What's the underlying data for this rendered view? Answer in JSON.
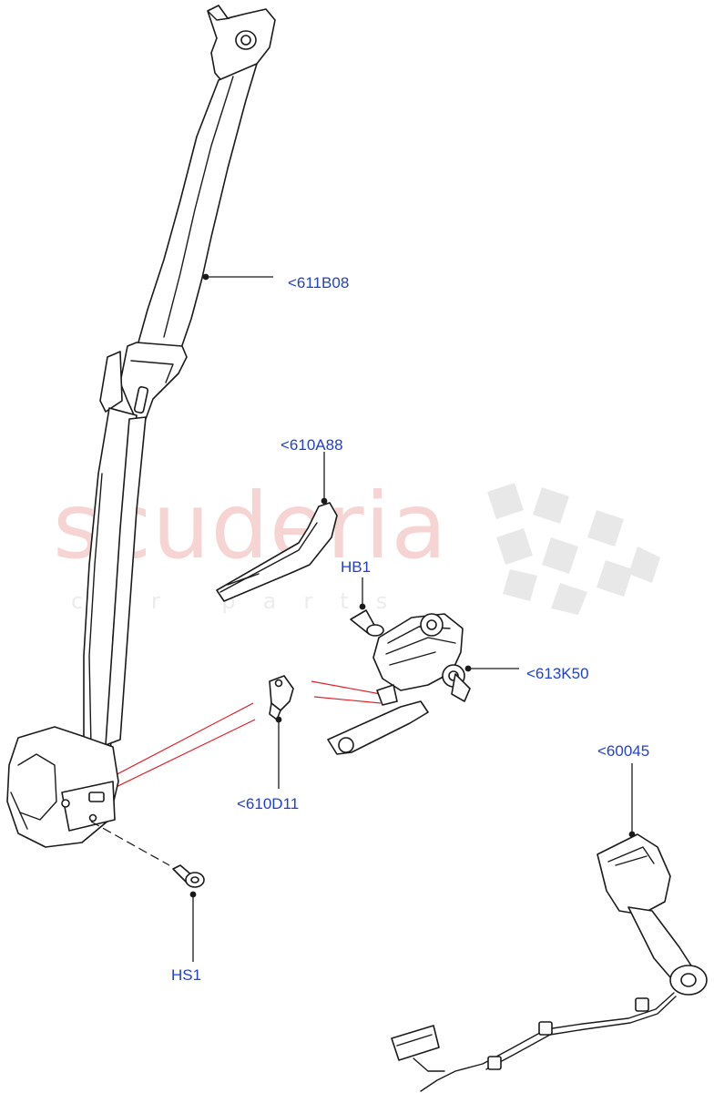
{
  "watermark": {
    "brand": "scuderia",
    "sub": "car parts"
  },
  "callouts": {
    "seat_belt": "<611B08",
    "guide": "<610A88",
    "bolt_hb": "HB1",
    "height_adjuster": "<613K50",
    "bracket": "<610D11",
    "buckle": "<60045",
    "bolt_hs": "HS1"
  }
}
